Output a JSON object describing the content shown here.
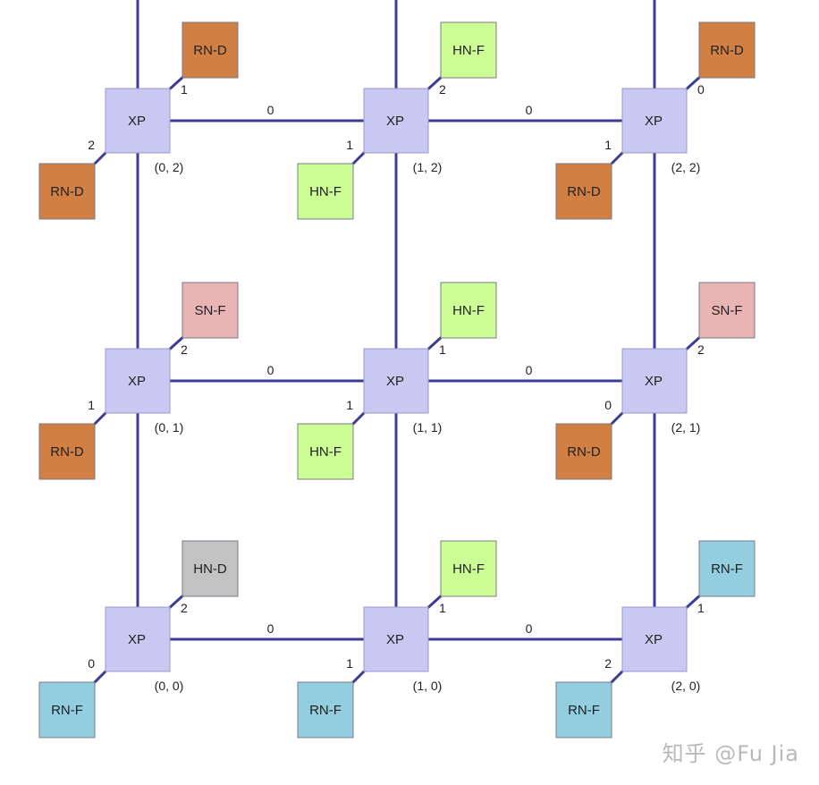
{
  "xp_label": "XP",
  "colors": {
    "line": "#3c3c96",
    "xp_fill": "#c8c8f2",
    "xp_border": "#9a9ad0",
    "node_border": "#7a7a8a",
    "RN-D": "#d27f43",
    "HN-F": "#cdfe96",
    "SN-F": "#e8b4b4",
    "HN-D": "#c2c2c2",
    "RN-F": "#92cde0"
  },
  "crosspoints": [
    {
      "coord": "(0, 2)"
    },
    {
      "coord": "(1, 2)"
    },
    {
      "coord": "(2, 2)"
    },
    {
      "coord": "(0, 1)"
    },
    {
      "coord": "(1, 1)"
    },
    {
      "coord": "(2, 1)"
    },
    {
      "coord": "(0, 0)"
    },
    {
      "coord": "(1, 0)"
    },
    {
      "coord": "(2, 0)"
    }
  ],
  "links": [
    {
      "label": "0"
    },
    {
      "label": "0"
    },
    {
      "label": "0"
    },
    {
      "label": "0"
    },
    {
      "label": "0"
    },
    {
      "label": "0"
    }
  ],
  "devices": [
    {
      "label": "RN-D",
      "type": "RN-D",
      "port": "1"
    },
    {
      "label": "RN-D",
      "type": "RN-D",
      "port": "2"
    },
    {
      "label": "HN-F",
      "type": "HN-F",
      "port": "2"
    },
    {
      "label": "HN-F",
      "type": "HN-F",
      "port": "1"
    },
    {
      "label": "RN-D",
      "type": "RN-D",
      "port": "0"
    },
    {
      "label": "RN-D",
      "type": "RN-D",
      "port": "1"
    },
    {
      "label": "SN-F",
      "type": "SN-F",
      "port": "2"
    },
    {
      "label": "RN-D",
      "type": "RN-D",
      "port": "1"
    },
    {
      "label": "HN-F",
      "type": "HN-F",
      "port": "1"
    },
    {
      "label": "HN-F",
      "type": "HN-F",
      "port": "1"
    },
    {
      "label": "SN-F",
      "type": "SN-F",
      "port": "2"
    },
    {
      "label": "RN-D",
      "type": "RN-D",
      "port": "0"
    },
    {
      "label": "HN-D",
      "type": "HN-D",
      "port": "2"
    },
    {
      "label": "RN-F",
      "type": "RN-F",
      "port": "0"
    },
    {
      "label": "HN-F",
      "type": "HN-F",
      "port": "1"
    },
    {
      "label": "RN-F",
      "type": "RN-F",
      "port": "1"
    },
    {
      "label": "RN-F",
      "type": "RN-F",
      "port": "1"
    },
    {
      "label": "RN-F",
      "type": "RN-F",
      "port": "2"
    }
  ],
  "watermark": "知乎 @Fu Jia"
}
